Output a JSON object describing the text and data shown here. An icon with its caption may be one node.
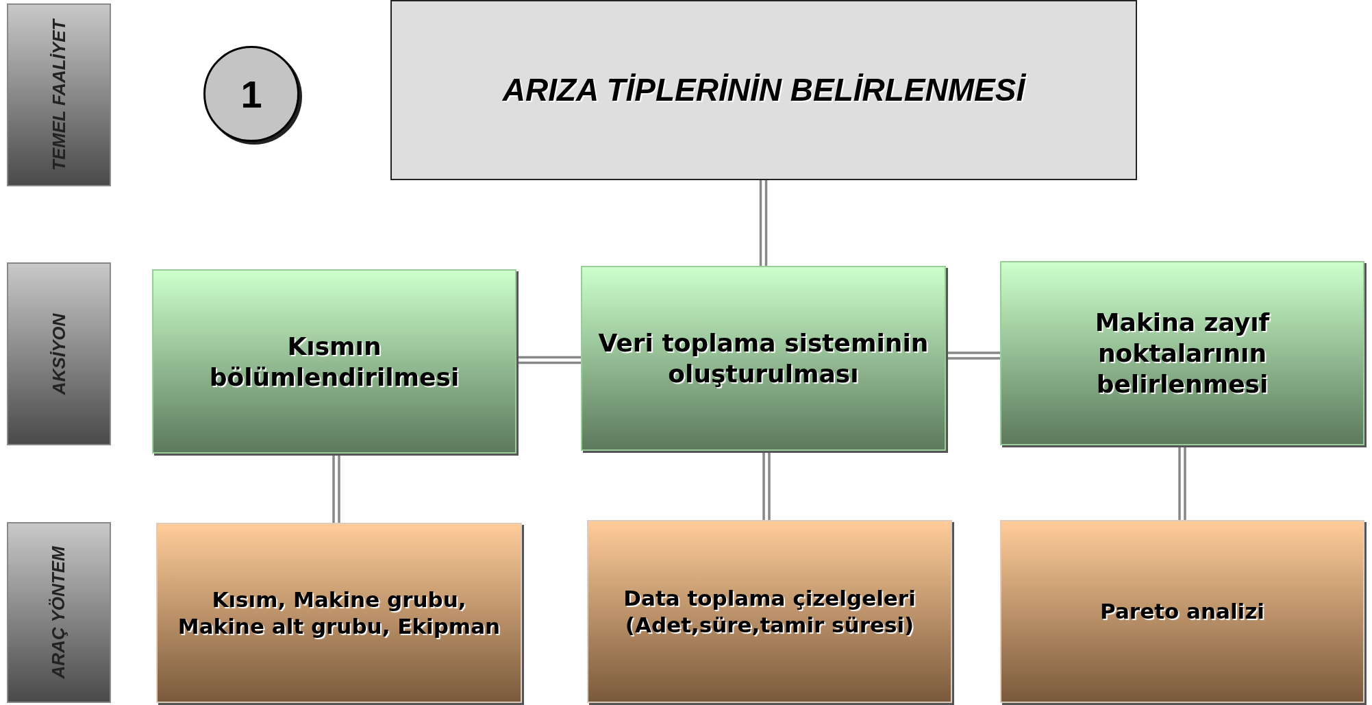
{
  "diagram": {
    "nodes": [
      {
        "text": [
          "TEMEL FAALİYET"
        ]
      },
      {
        "text": [
          "1"
        ]
      },
      {
        "text": [
          "ARIZA TİPLERİNİN BELİRLENMESİ"
        ]
      },
      {
        "text": [
          "AKSİYON"
        ]
      },
      {
        "text": [
          "Kısmın bölümlendirilmesi"
        ]
      },
      {
        "text": [
          "Veri toplama sisteminin oluşturulması"
        ]
      },
      {
        "text": [
          "Makina zayıf noktalarının belirlenmesi"
        ]
      },
      {
        "text": [
          "ARAÇ YÖNTEM"
        ]
      },
      {
        "text": [
          "Kısım, Makine grubu, Makine alt grubu, Ekipman"
        ]
      },
      {
        "text": [
          "Data toplama çizelgeleri (Adet,süre,tamir süresi)"
        ]
      },
      {
        "text": [
          "Pareto analizi"
        ]
      }
    ],
    "edges": [
      {
        "from": 2,
        "to": 5,
        "arrow": "none"
      },
      {
        "from": 4,
        "to": 5,
        "arrow": "none"
      },
      {
        "from": 5,
        "to": 6,
        "arrow": "none"
      },
      {
        "from": 4,
        "to": 8,
        "arrow": "none"
      },
      {
        "from": 5,
        "to": 9,
        "arrow": "none"
      },
      {
        "from": 6,
        "to": 10,
        "arrow": "none"
      }
    ]
  }
}
